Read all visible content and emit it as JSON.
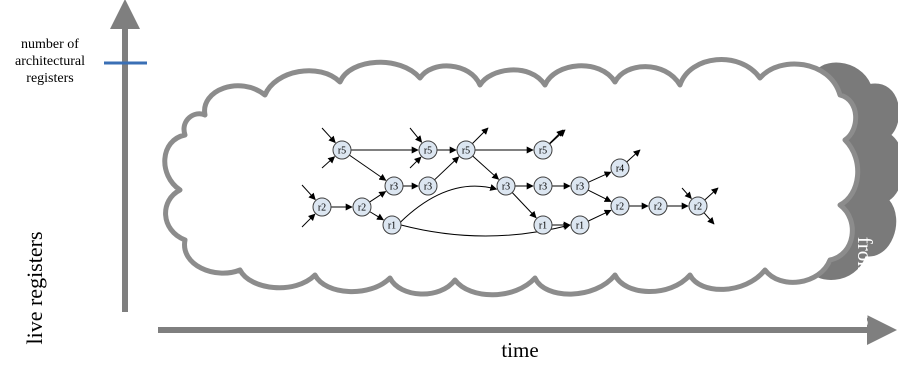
{
  "labels": {
    "architectural_registers": "number of architectural registers",
    "y_axis": "live registers",
    "x_axis": "time",
    "front_wave": "front wave"
  },
  "colors": {
    "axis": "#7f7f7f",
    "cloud_stroke": "#8c8c8c",
    "front_wave_fill": "#7a7a7a",
    "marker": "#3a6fb5",
    "node_fill": "#dce6f1",
    "node_stroke": "#404040",
    "edge": "#000000"
  },
  "graph": {
    "nodes": [
      {
        "id": "n1",
        "label": "r5"
      },
      {
        "id": "n2",
        "label": "r2"
      },
      {
        "id": "n3",
        "label": "r2"
      },
      {
        "id": "n4",
        "label": "r3"
      },
      {
        "id": "n5",
        "label": "r1"
      },
      {
        "id": "n6",
        "label": "r5"
      },
      {
        "id": "n7",
        "label": "r3"
      },
      {
        "id": "n8",
        "label": "r5"
      },
      {
        "id": "n9",
        "label": "r3"
      },
      {
        "id": "n10",
        "label": "r5"
      },
      {
        "id": "n11",
        "label": "r3"
      },
      {
        "id": "n12",
        "label": "r1"
      },
      {
        "id": "n13",
        "label": "r3"
      },
      {
        "id": "n14",
        "label": "r1"
      },
      {
        "id": "n15",
        "label": "r4"
      },
      {
        "id": "n16",
        "label": "r2"
      },
      {
        "id": "n17",
        "label": "r2"
      },
      {
        "id": "n18",
        "label": "r2"
      }
    ],
    "edges": [
      [
        "n1",
        "n6"
      ],
      [
        "n1",
        "n4"
      ],
      [
        "n2",
        "n3"
      ],
      [
        "n3",
        "n4"
      ],
      [
        "n3",
        "n5"
      ],
      [
        "n4",
        "n7"
      ],
      [
        "n6",
        "n8"
      ],
      [
        "n7",
        "n8"
      ],
      [
        "n8",
        "n10"
      ],
      [
        "n8",
        "n9"
      ],
      [
        "n9",
        "n11"
      ],
      [
        "n9",
        "n12"
      ],
      [
        "n5",
        "n9"
      ],
      [
        "n5",
        "n14"
      ],
      [
        "n11",
        "n13"
      ],
      [
        "n12",
        "n14"
      ],
      [
        "n13",
        "n15"
      ],
      [
        "n13",
        "n16"
      ],
      [
        "n14",
        "n16"
      ],
      [
        "n16",
        "n17"
      ],
      [
        "n17",
        "n18"
      ]
    ],
    "inputs": [
      "n1",
      "n1",
      "n2",
      "n2",
      "n6",
      "n6",
      "n18"
    ],
    "outputs": [
      "n8",
      "n10",
      "n10",
      "n15",
      "n18",
      "n18"
    ]
  }
}
